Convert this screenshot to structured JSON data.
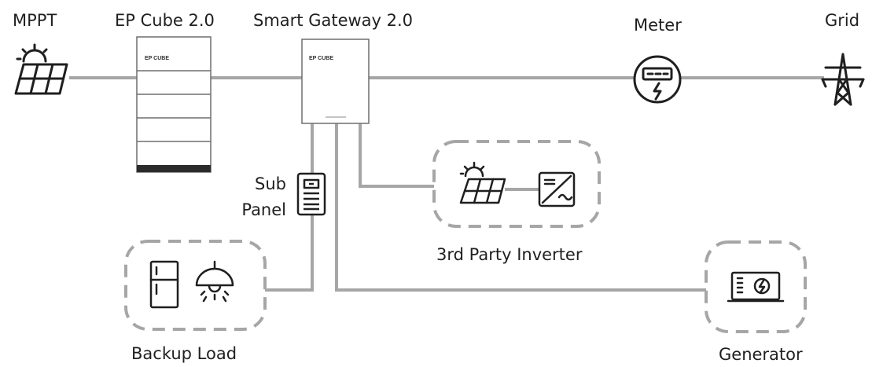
{
  "labels": {
    "mppt": "MPPT",
    "ep_cube": "EP Cube 2.0",
    "smart_gateway": "Smart Gateway 2.0",
    "meter": "Meter",
    "grid": "Grid",
    "sub_panel_line1": "Sub",
    "sub_panel_line2": "Panel",
    "third_party_inverter": "3rd Party Inverter",
    "backup_load": "Backup Load",
    "generator": "Generator"
  },
  "device_text": {
    "battery_brand": "EP CUBE",
    "gateway_brand": "EP CUBE"
  },
  "colors": {
    "line": "#a6a6a6",
    "stroke": "#1f1f1f",
    "dashed": "#a6a6a6",
    "battery_base": "#2b2b2b"
  },
  "icons": [
    "solar-panel-icon",
    "battery-icon",
    "gateway-icon",
    "meter-icon",
    "transmission-tower-icon",
    "sub-panel-icon",
    "inverter-icon",
    "refrigerator-icon",
    "ceiling-lamp-icon",
    "generator-icon"
  ]
}
